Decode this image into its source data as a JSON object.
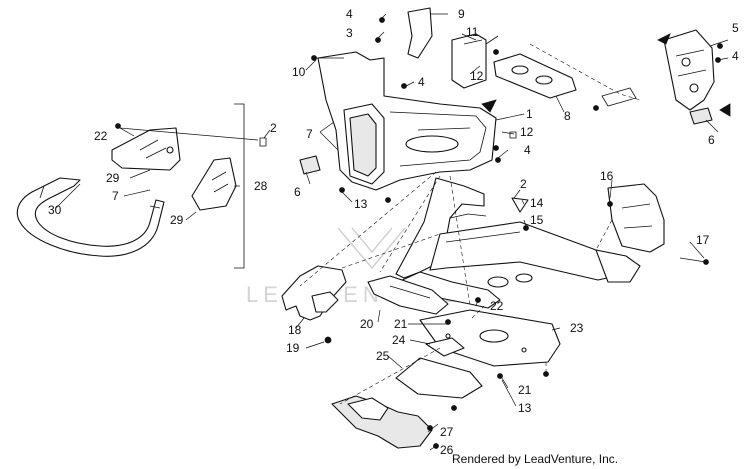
{
  "credit": "Rendered by LeadVenture, Inc.",
  "watermark": "LEADVENTURE",
  "callouts": [
    "1",
    "2",
    "2",
    "3",
    "4",
    "4",
    "4",
    "4",
    "5",
    "6",
    "6",
    "7",
    "7",
    "8",
    "9",
    "10",
    "11",
    "12",
    "12",
    "13",
    "13",
    "14",
    "15",
    "16",
    "17",
    "18",
    "19",
    "20",
    "21",
    "21",
    "22",
    "22",
    "23",
    "24",
    "25",
    "26",
    "27",
    "28",
    "29",
    "29",
    "30"
  ]
}
